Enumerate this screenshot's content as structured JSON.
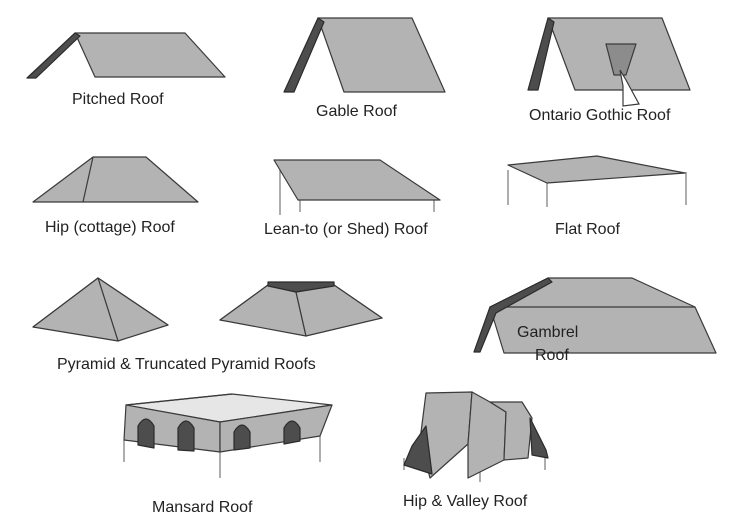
{
  "labels": {
    "pitched": "Pitched Roof",
    "gable": "Gable Roof",
    "ontario_gothic": "Ontario Gothic Roof",
    "hip_cottage": "Hip (cottage) Roof",
    "lean_to": "Lean-to (or Shed) Roof",
    "flat": "Flat Roof",
    "pyramid": "Pyramid & Truncated Pyramid Roofs",
    "gambrel_line1": "Gambrel",
    "gambrel_line2": "Roof",
    "mansard": "Mansard Roof",
    "hip_valley": "Hip & Valley Roof"
  },
  "colors": {
    "roof_face": "#b3b3b3",
    "roof_dark": "#4d4d4d",
    "roof_mid": "#8c8c8c",
    "roof_light": "#e6e6e6",
    "outline": "#3a3a3a",
    "label_text": "#222222"
  }
}
